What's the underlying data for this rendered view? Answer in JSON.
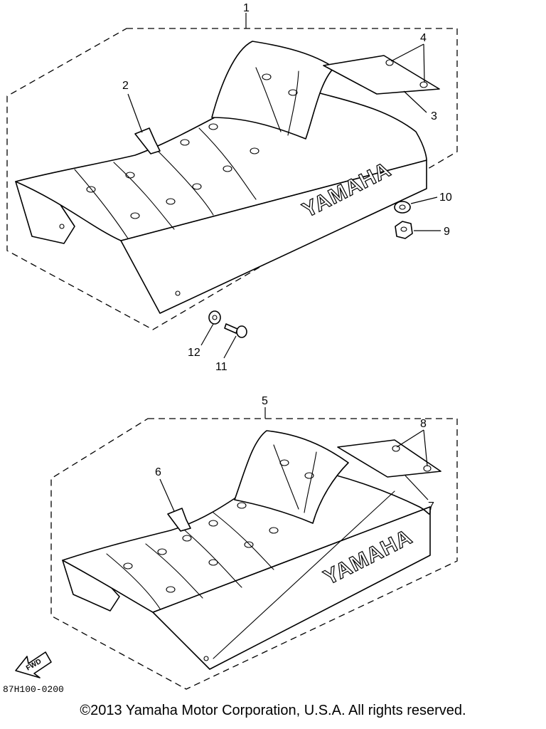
{
  "diagram": {
    "callouts": {
      "c1": "1",
      "c2": "2",
      "c3": "3",
      "c4": "4",
      "c5": "5",
      "c6": "6",
      "c7": "7",
      "c8": "8",
      "c9": "9",
      "c10": "10",
      "c11": "11",
      "c12": "12"
    },
    "brand_text": "YAMAHA",
    "fwd_label": "FWD",
    "reference_code": "87H100-0200"
  },
  "footer": {
    "copyright": "©2013 Yamaha Motor Corporation, U.S.A. All rights reserved."
  }
}
